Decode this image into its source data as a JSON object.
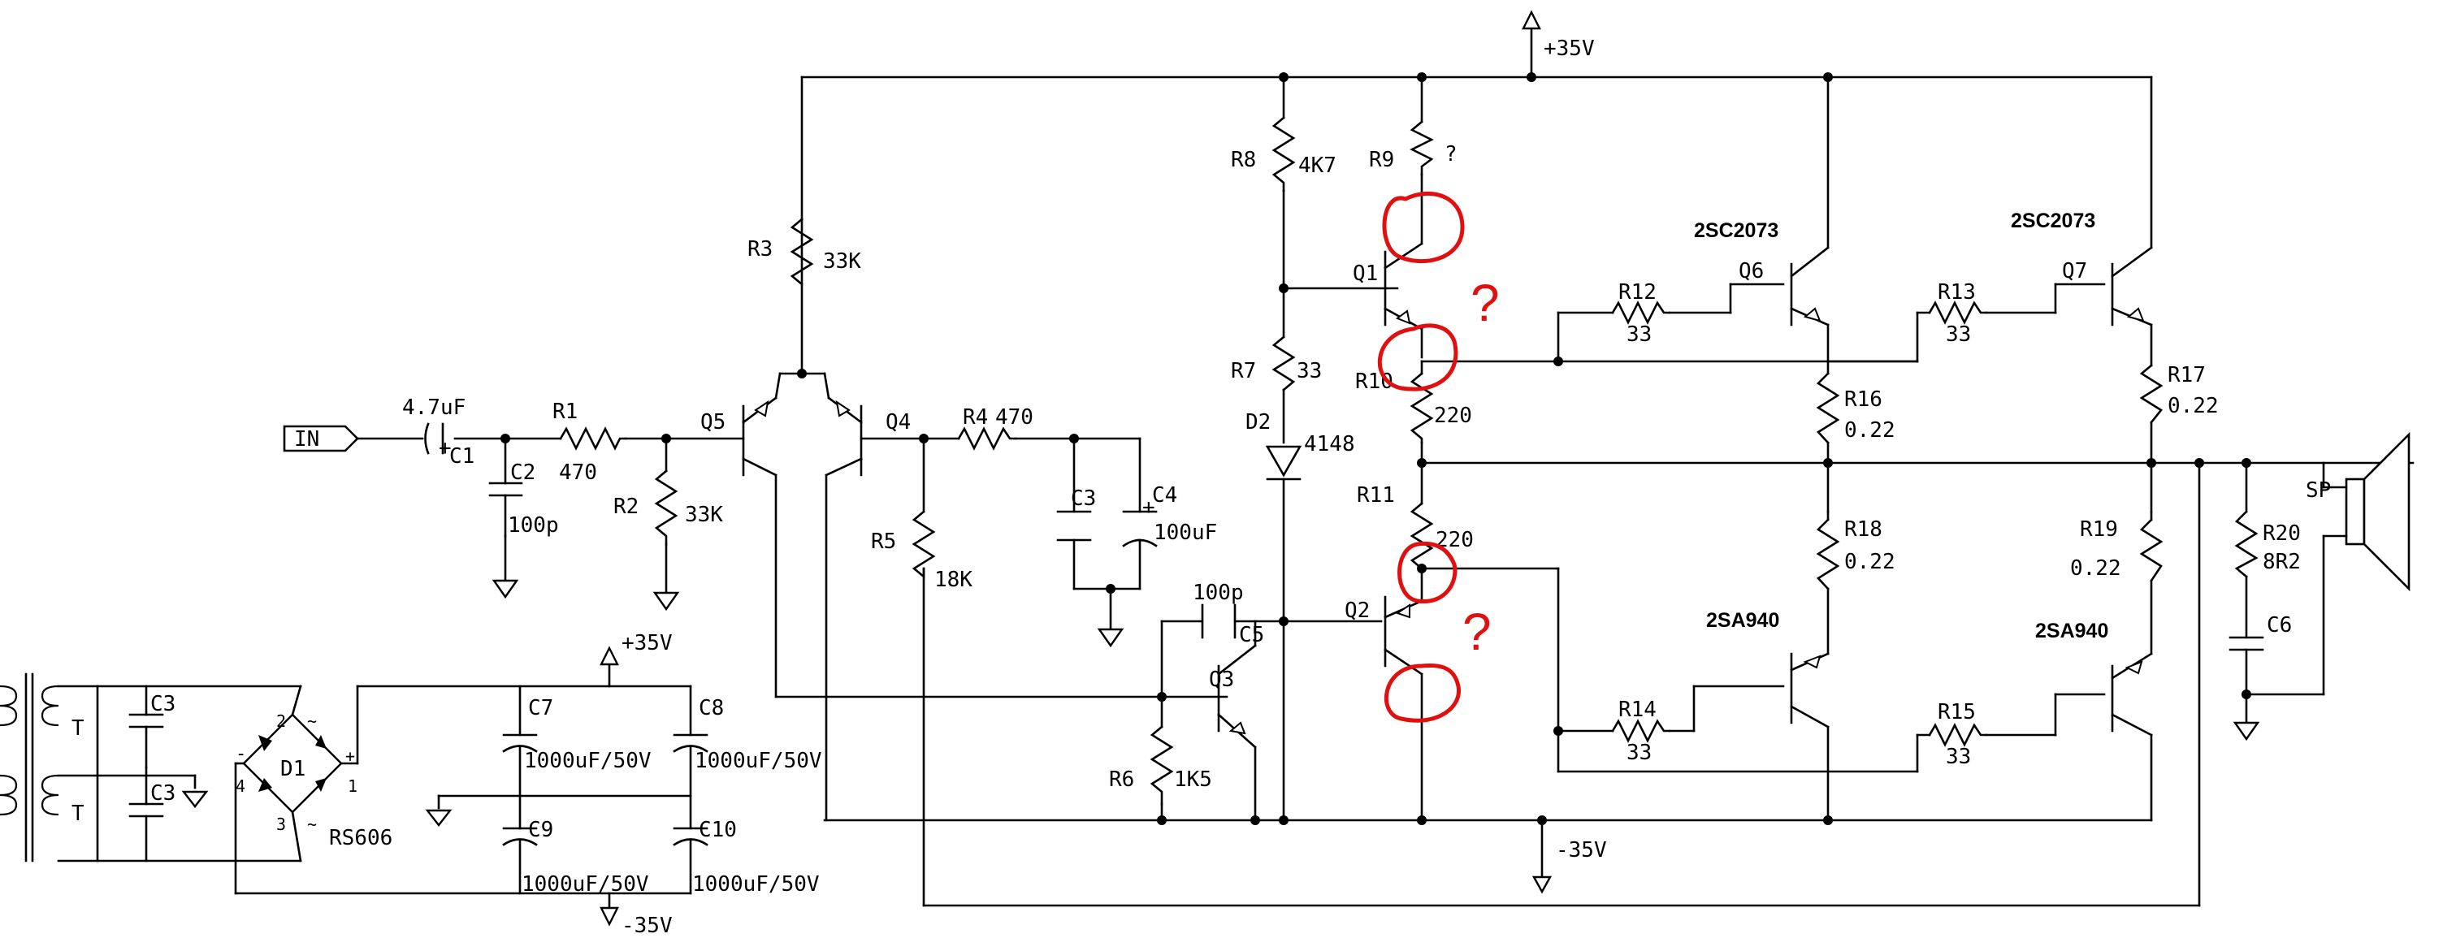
{
  "supply": {
    "pos": "+35V",
    "neg": "-35V"
  },
  "input": {
    "label": "IN"
  },
  "speaker": {
    "label": "SP"
  },
  "psu": {
    "transformer": "T",
    "bridge": "D1",
    "bridge_part": "RS606",
    "bridge_pins": [
      "1",
      "2",
      "3",
      "4",
      "~",
      "~",
      "+",
      "-"
    ],
    "pos_rail": "+35V",
    "neg_rail": "-35V",
    "caps": [
      {
        "ref": "C3",
        "value": ""
      },
      {
        "ref": "C3",
        "value": ""
      },
      {
        "ref": "C7",
        "value": "1000uF/50V"
      },
      {
        "ref": "C8",
        "value": "1000uF/50V"
      },
      {
        "ref": "C9",
        "value": "1000uF/50V"
      },
      {
        "ref": "C10",
        "value": "1000uF/50V"
      }
    ]
  },
  "components": {
    "C1": {
      "ref": "C1",
      "value": "4.7uF"
    },
    "C2": {
      "ref": "C2",
      "value": "100p"
    },
    "C3": {
      "ref": "C3"
    },
    "C4": {
      "ref": "C4",
      "value": "100uF"
    },
    "C5": {
      "ref": "C5",
      "value": "100p"
    },
    "C6": {
      "ref": "C6"
    },
    "R1": {
      "ref": "R1",
      "value": "470"
    },
    "R2": {
      "ref": "R2",
      "value": "33K"
    },
    "R3": {
      "ref": "R3",
      "value": "33K"
    },
    "R4": {
      "ref": "R4",
      "value": "470"
    },
    "R5": {
      "ref": "R5",
      "value": "18K"
    },
    "R6": {
      "ref": "R6",
      "value": "1K5"
    },
    "R7": {
      "ref": "R7",
      "value": "33"
    },
    "R8": {
      "ref": "R8",
      "value": "4K7"
    },
    "R9": {
      "ref": "R9",
      "value": "?"
    },
    "R10": {
      "ref": "R10",
      "value": "220"
    },
    "R11": {
      "ref": "R11",
      "value": "220"
    },
    "R12": {
      "ref": "R12",
      "value": "33"
    },
    "R13": {
      "ref": "R13",
      "value": "33"
    },
    "R14": {
      "ref": "R14",
      "value": "33"
    },
    "R15": {
      "ref": "R15",
      "value": "33"
    },
    "R16": {
      "ref": "R16",
      "value": "0.22"
    },
    "R17": {
      "ref": "R17",
      "value": "0.22"
    },
    "R18": {
      "ref": "R18",
      "value": "0.22"
    },
    "R19": {
      "ref": "R19",
      "value": "0.22"
    },
    "R20": {
      "ref": "R20",
      "value": "8R2"
    },
    "D2": {
      "ref": "D2",
      "value": "4148"
    },
    "Q1": {
      "ref": "Q1"
    },
    "Q2": {
      "ref": "Q2"
    },
    "Q3": {
      "ref": "Q3"
    },
    "Q4": {
      "ref": "Q4"
    },
    "Q5": {
      "ref": "Q5"
    },
    "Q6": {
      "ref": "Q6",
      "part": "2SC2073"
    },
    "Q7": {
      "ref": "Q7",
      "part": "2SC2073"
    },
    "Q8": {
      "part": "2SA940"
    },
    "Q9": {
      "part": "2SA940"
    }
  },
  "annotations": {
    "mark1": "?",
    "mark2": "?"
  },
  "colors": {
    "wire": "#000000",
    "annotation": "#e01010",
    "background": "#ffffff"
  }
}
